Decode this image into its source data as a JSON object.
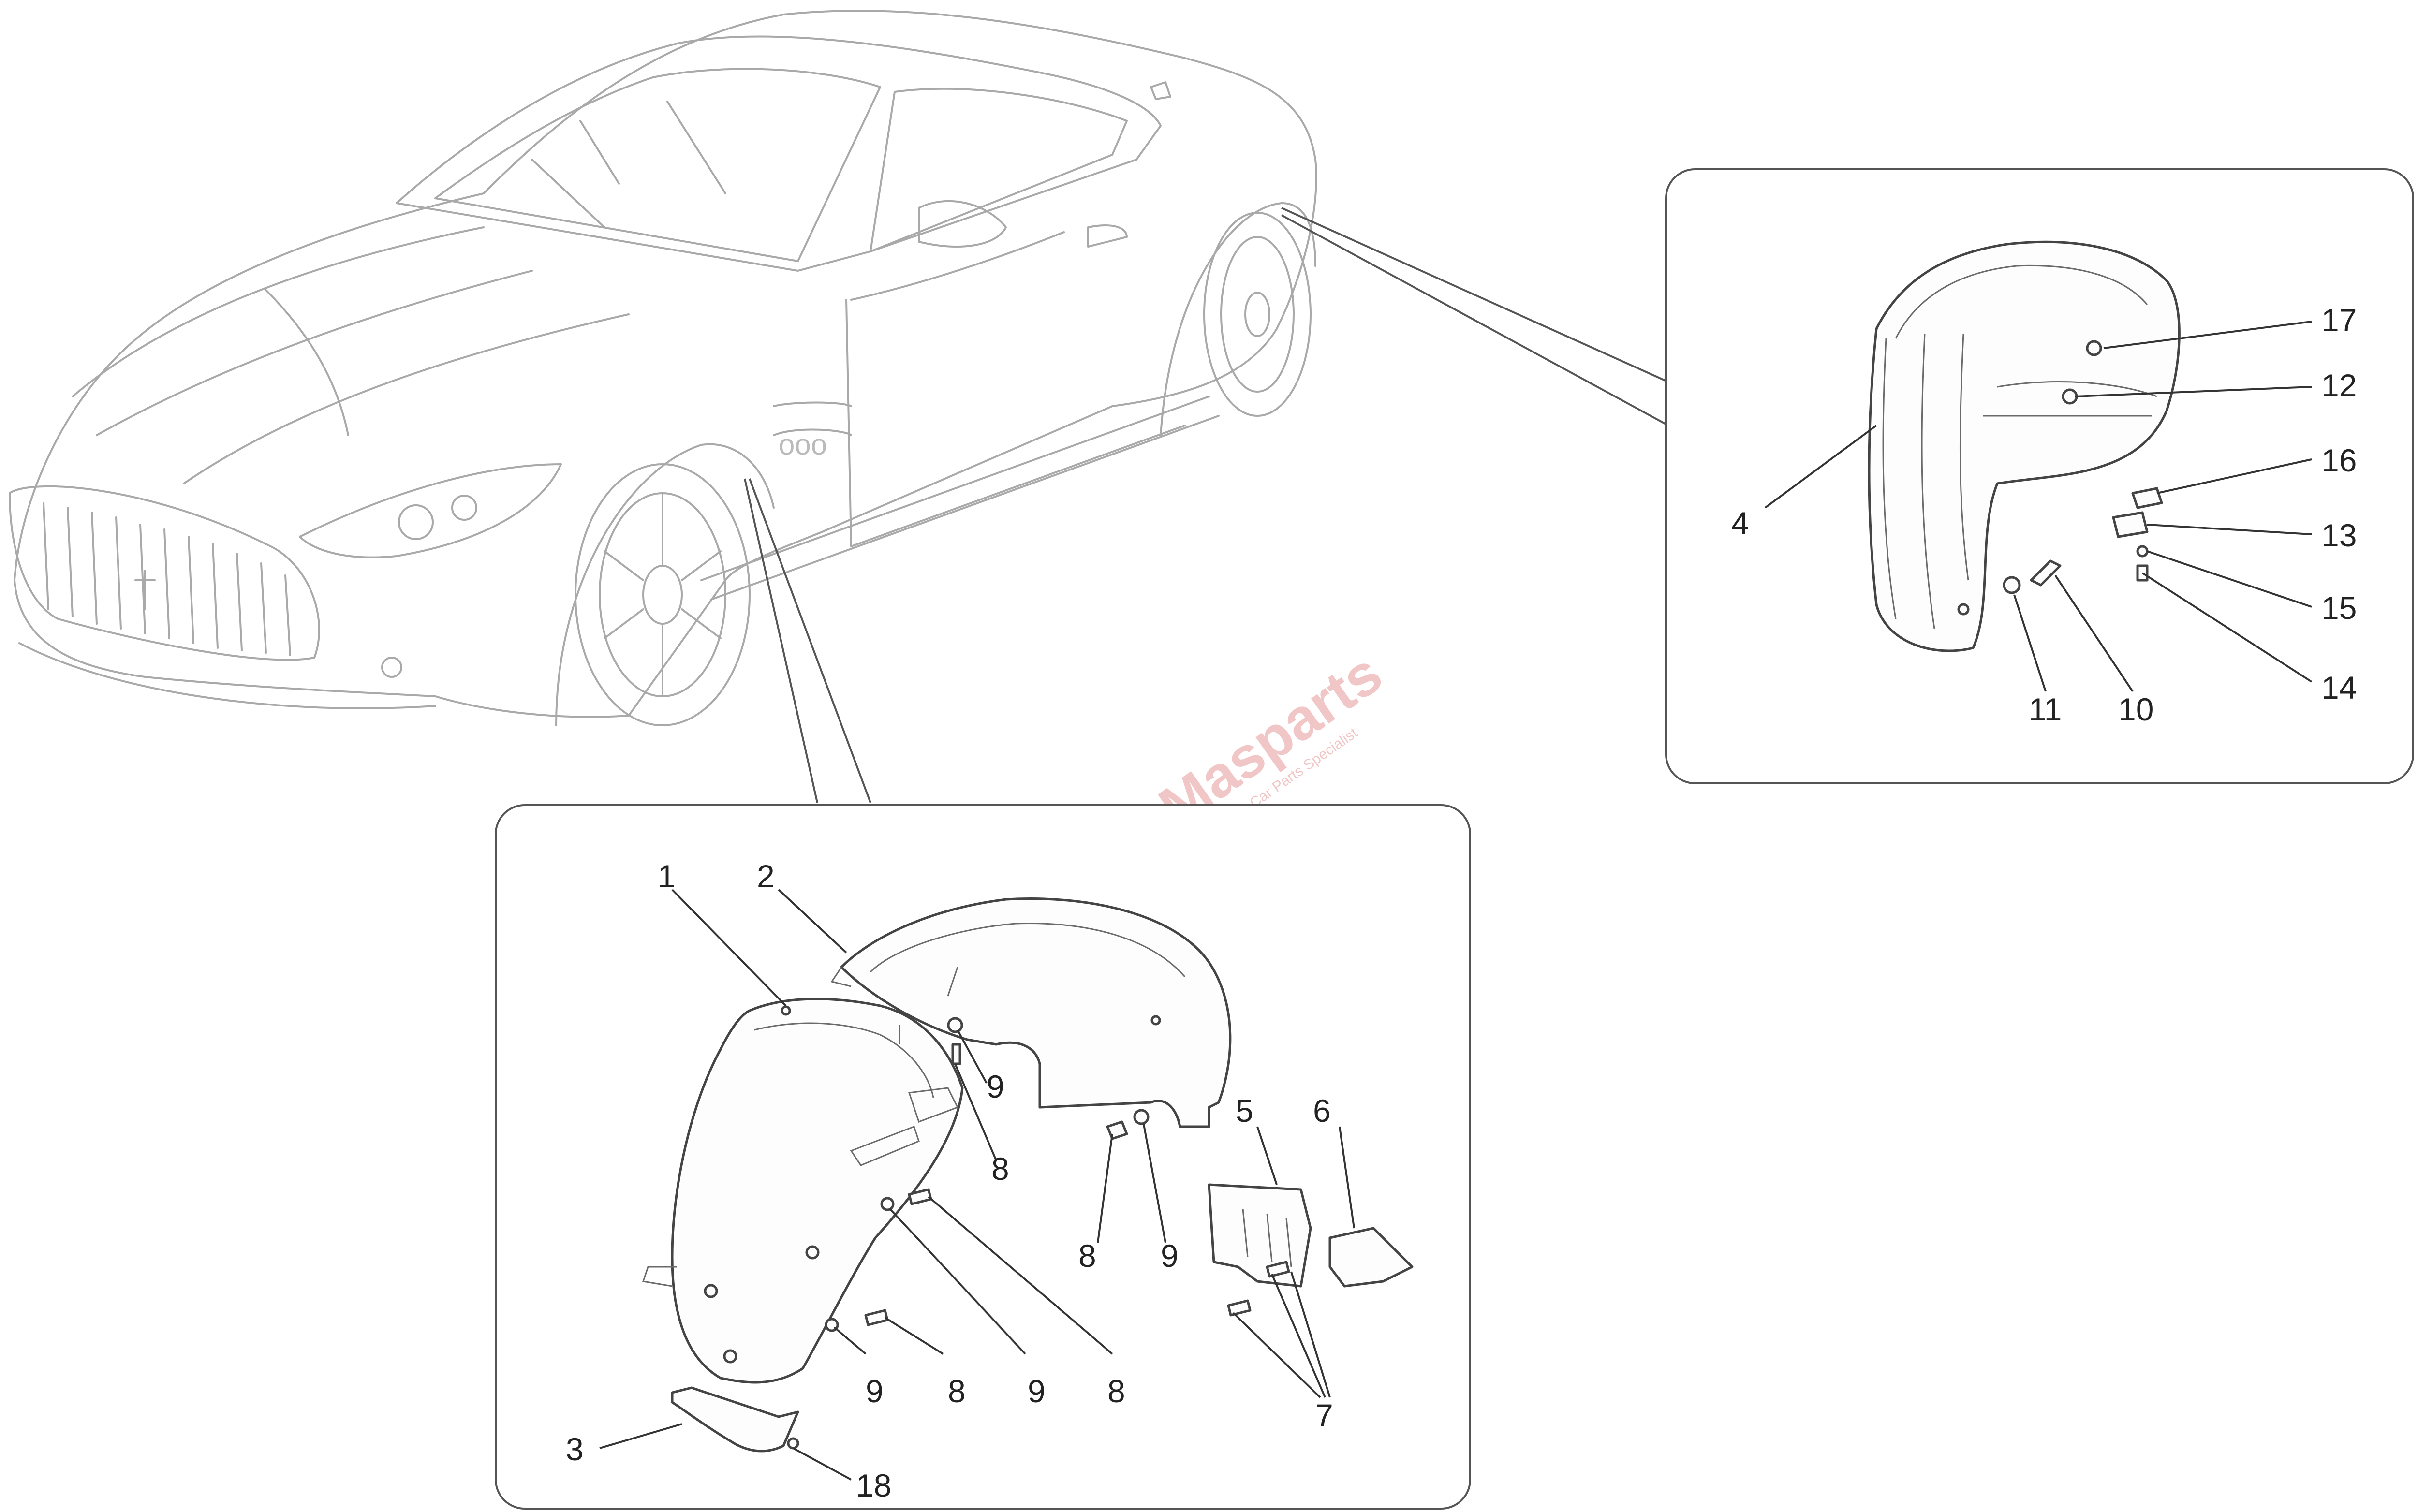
{
  "watermark": {
    "brand": "Masparts",
    "tagline": "Exclusive Car Parts Specialist",
    "color": "#e8a0a0"
  },
  "callouts": {
    "front": [
      "1",
      "2",
      "9",
      "8",
      "8",
      "9",
      "5",
      "6",
      "9",
      "8",
      "9",
      "8",
      "7",
      "3",
      "18"
    ],
    "rear": [
      "17",
      "12",
      "16",
      "4",
      "13",
      "15",
      "14",
      "11",
      "10"
    ]
  },
  "diagram": {
    "stroke_color": "#444444",
    "car_outline_color": "#a9a9a9"
  }
}
